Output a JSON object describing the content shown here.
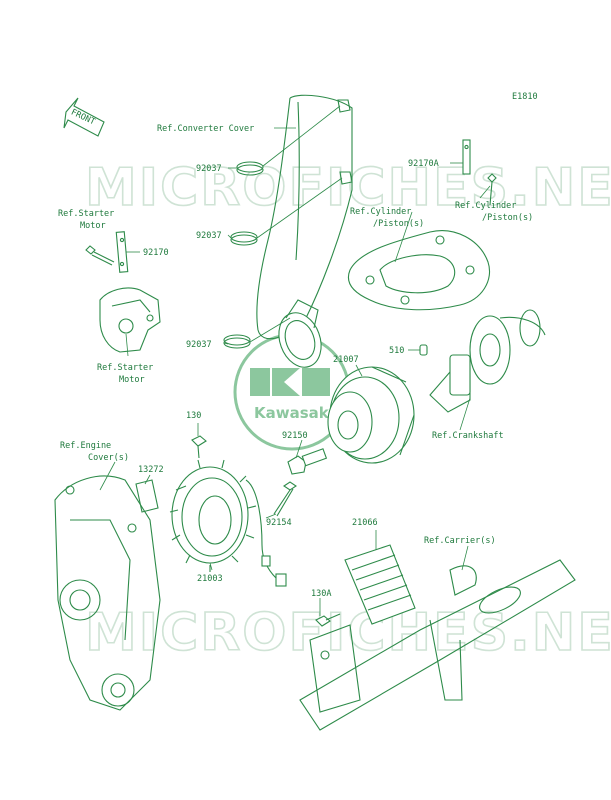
{
  "diagram_code": "E1810",
  "front_label": "FRONT",
  "watermark_text": "MICROFICHES.NET",
  "logo_text": "Kawasaki",
  "colors": {
    "line": "#2e8b4a",
    "text": "#1f7a3d",
    "watermark": "#cfe3d5",
    "logo": "#8cc79e"
  },
  "labels": {
    "ref_converter_cover": "Ref.Converter Cover",
    "p92037_a": "92037",
    "p92037_b": "92037",
    "p92037_c": "92037",
    "p92170a": "92170A",
    "ref_cyl_1a": "Ref.Cylinder",
    "ref_cyl_1b": "/Piston(s)",
    "ref_cyl_2a": "Ref.Cylinder",
    "ref_cyl_2b": "/Piston(s)",
    "ref_starter_top_a": "Ref.Starter",
    "ref_starter_top_b": "Motor",
    "p92170": "92170",
    "ref_starter_bot_a": "Ref.Starter",
    "ref_starter_bot_b": "Motor",
    "p510": "510",
    "p21007": "21007",
    "ref_crankshaft": "Ref.Crankshaft",
    "p130": "130",
    "p92150": "92150",
    "ref_engine_a": "Ref.Engine",
    "ref_engine_b": "Cover(s)",
    "p13272": "13272",
    "p92154": "92154",
    "p21003": "21003",
    "p21066": "21066",
    "ref_carrier": "Ref.Carrier(s)",
    "p130a": "130A"
  }
}
